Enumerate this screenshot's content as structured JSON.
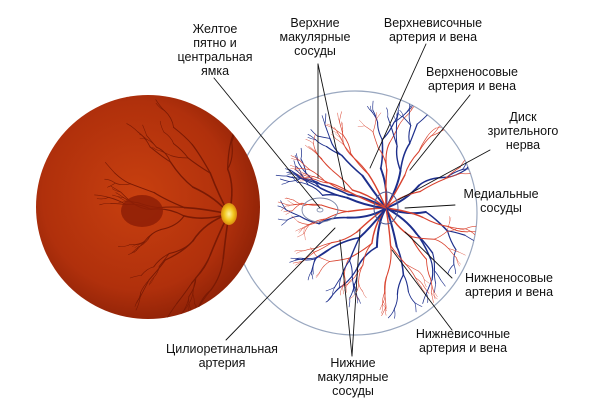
{
  "colors": {
    "fundus": "#b8300c",
    "fundus_dark": "#7a1a04",
    "artery": "#d9432f",
    "vein": "#1d2f8c",
    "disc": "#f0c419",
    "macula": "#8e1f06",
    "leader": "#111111"
  },
  "labels": {
    "macula": [
      "Желтое",
      "пятно и",
      "центральная",
      "ямка"
    ],
    "sup_macular": [
      "Верхние",
      "макулярные",
      "сосуды"
    ],
    "sup_temporal": [
      "Верхневисочные",
      "артерия и вена"
    ],
    "sup_nasal": [
      "Верхненосовые",
      "артерия и вена"
    ],
    "disc": [
      "Диск",
      "зрительного",
      "нерва"
    ],
    "medial": [
      "Медиальные",
      "сосуды"
    ],
    "inf_nasal": [
      "Нижненосовые",
      "артерия и вена"
    ],
    "inf_temporal": [
      "Нижневисочные",
      "артерия и вена"
    ],
    "inf_macular": [
      "Нижние",
      "макулярные",
      "сосуды"
    ],
    "cilioretinal": [
      "Цилиоретинальная",
      "артерия"
    ]
  }
}
